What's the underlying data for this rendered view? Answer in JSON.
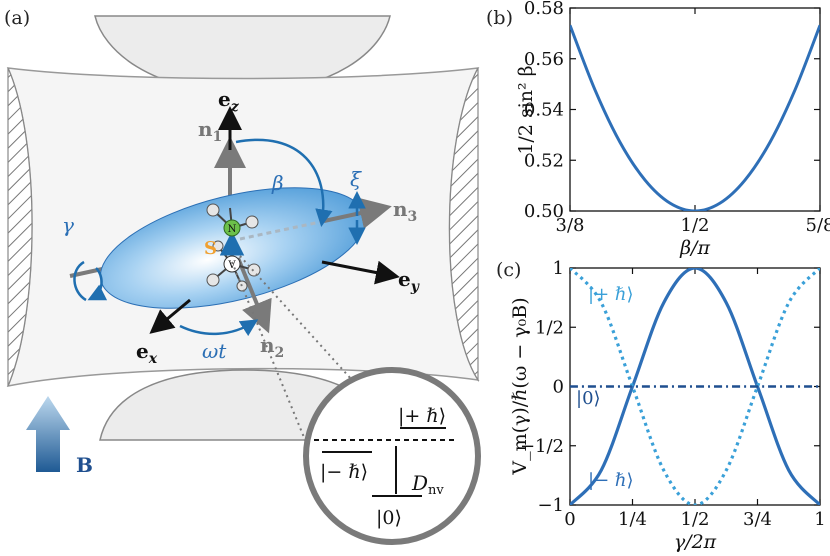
{
  "panels": {
    "a": "(a)",
    "b": "(b)",
    "c": "(c)"
  },
  "diagram": {
    "ez": "e",
    "ez_sub": "z",
    "ex": "e",
    "ex_sub": "x",
    "ey": "e",
    "ey_sub": "y",
    "n1": "n",
    "n1_sub": "1",
    "n2": "n",
    "n2_sub": "2",
    "n3": "n",
    "n3_sub": "3",
    "beta": "β",
    "gamma": "γ",
    "xi": "ξ",
    "omega_t": "ωt",
    "spin": "S",
    "field": "B",
    "atom_n": "N",
    "atom_v": "V",
    "level_plus": "|+ ℏ⟩",
    "level_minus": "|− ℏ⟩",
    "level_zero": "|0⟩",
    "dnv": "D",
    "dnv_sub": "nv",
    "colors": {
      "ellipsoid": "#5aa6e0",
      "arrow_blue": "#1f6fb0",
      "spin_orange": "#f0a030",
      "nitrogen_green": "#6cc04a"
    }
  },
  "chart_data": [
    {
      "panel": "b",
      "type": "line",
      "ylabel": "1/2 sin² β",
      "xlabel": "β/π",
      "xlim": [
        0.375,
        0.625
      ],
      "ylim": [
        0.5,
        0.58
      ],
      "xticks": [
        {
          "value": 0.375,
          "label": "3/8"
        },
        {
          "value": 0.5,
          "label": "1/2"
        },
        {
          "value": 0.625,
          "label": "5/8"
        }
      ],
      "yticks": [
        {
          "value": 0.5,
          "label": "0.50"
        },
        {
          "value": 0.52,
          "label": "0.52"
        },
        {
          "value": 0.54,
          "label": "0.54"
        },
        {
          "value": 0.56,
          "label": "0.56"
        },
        {
          "value": 0.58,
          "label": "0.58"
        }
      ],
      "series": [
        {
          "style": "solid",
          "color": "#2e6fb7",
          "x": [
            0.375,
            0.4,
            0.425,
            0.45,
            0.475,
            0.5,
            0.525,
            0.55,
            0.575,
            0.6,
            0.625
          ],
          "y": [
            0.5732,
            0.5477,
            0.5271,
            0.5122,
            0.5031,
            0.5,
            0.5031,
            0.5122,
            0.5271,
            0.5477,
            0.5732
          ]
        }
      ],
      "grid": false
    },
    {
      "panel": "c",
      "type": "line",
      "ylabel": "V_m(γ)/ℏ(ω − γ₀B)",
      "xlabel": "γ/2π",
      "xlim": [
        0,
        1
      ],
      "ylim": [
        -1,
        1
      ],
      "xticks": [
        {
          "value": 0,
          "label": "0"
        },
        {
          "value": 0.25,
          "label": "1/4"
        },
        {
          "value": 0.5,
          "label": "1/2"
        },
        {
          "value": 0.75,
          "label": "3/4"
        },
        {
          "value": 1,
          "label": "1"
        }
      ],
      "yticks": [
        {
          "value": -1,
          "label": "−1"
        },
        {
          "value": -0.5,
          "label": "−1/2"
        },
        {
          "value": 0,
          "label": "0"
        },
        {
          "value": 0.5,
          "label": "1/2"
        },
        {
          "value": 1,
          "label": "1"
        }
      ],
      "series": [
        {
          "name": "|− ℏ⟩",
          "style": "solid",
          "color": "#2e6fb7",
          "x": [
            0,
            0.125,
            0.25,
            0.375,
            0.5,
            0.625,
            0.75,
            0.875,
            1
          ],
          "y": [
            -1,
            -0.707,
            0,
            0.707,
            1,
            0.707,
            0,
            -0.707,
            -1
          ]
        },
        {
          "name": "|+ ℏ⟩",
          "style": "dotted",
          "color": "#3aa0d8",
          "x": [
            0,
            0.125,
            0.25,
            0.375,
            0.5,
            0.625,
            0.75,
            0.875,
            1
          ],
          "y": [
            1,
            0.707,
            0,
            -0.707,
            -1,
            -0.707,
            0,
            0.707,
            1
          ]
        },
        {
          "name": "|0⟩",
          "style": "dashdot",
          "color": "#1f4f8f",
          "x": [
            0,
            1
          ],
          "y": [
            0,
            0
          ]
        }
      ],
      "grid": false
    }
  ]
}
